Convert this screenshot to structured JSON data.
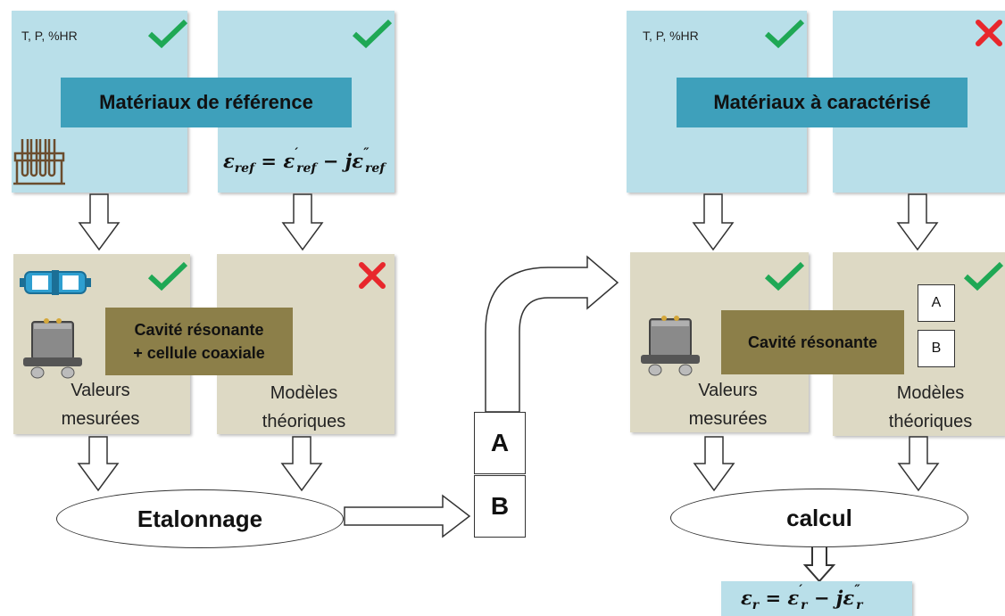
{
  "left": {
    "conditions": "T, P, %HR",
    "reference_title": "Matériaux de référence",
    "reference_formula": "ε_ref = ε'_ref − jε''_ref",
    "cell_title_line1": "Cavité résonante",
    "cell_title_line2": "+ cellule coaxiale",
    "measured": "Valeurs\nmesurées",
    "models": "Modèles\nthéoriques",
    "ellipse": "Etalonnage"
  },
  "middle": {
    "a": "A",
    "b": "B"
  },
  "right": {
    "conditions": "T, P, %HR",
    "material_title": "Matériaux à caractérisé",
    "cell_title": "Cavité résonante",
    "measured": "Valeurs\nmesurées",
    "models": "Modèles\nthéoriques",
    "model_a": "A",
    "model_b": "B",
    "ellipse": "calcul",
    "result_formula": "ε_r = ε'_r − jε''_r"
  },
  "colors": {
    "blue_panel": "#b9dfe9",
    "beige_panel": "#ddd9c4",
    "banner": "#3ea0bb",
    "olive": "#8c7f49",
    "check": "#1fa855",
    "cross": "#e8272c"
  },
  "icons": [
    "test-tubes-icon",
    "coaxial-cell-icon",
    "resonant-cavity-icon",
    "check-icon",
    "cross-icon",
    "hollow-arrow-icon"
  ]
}
